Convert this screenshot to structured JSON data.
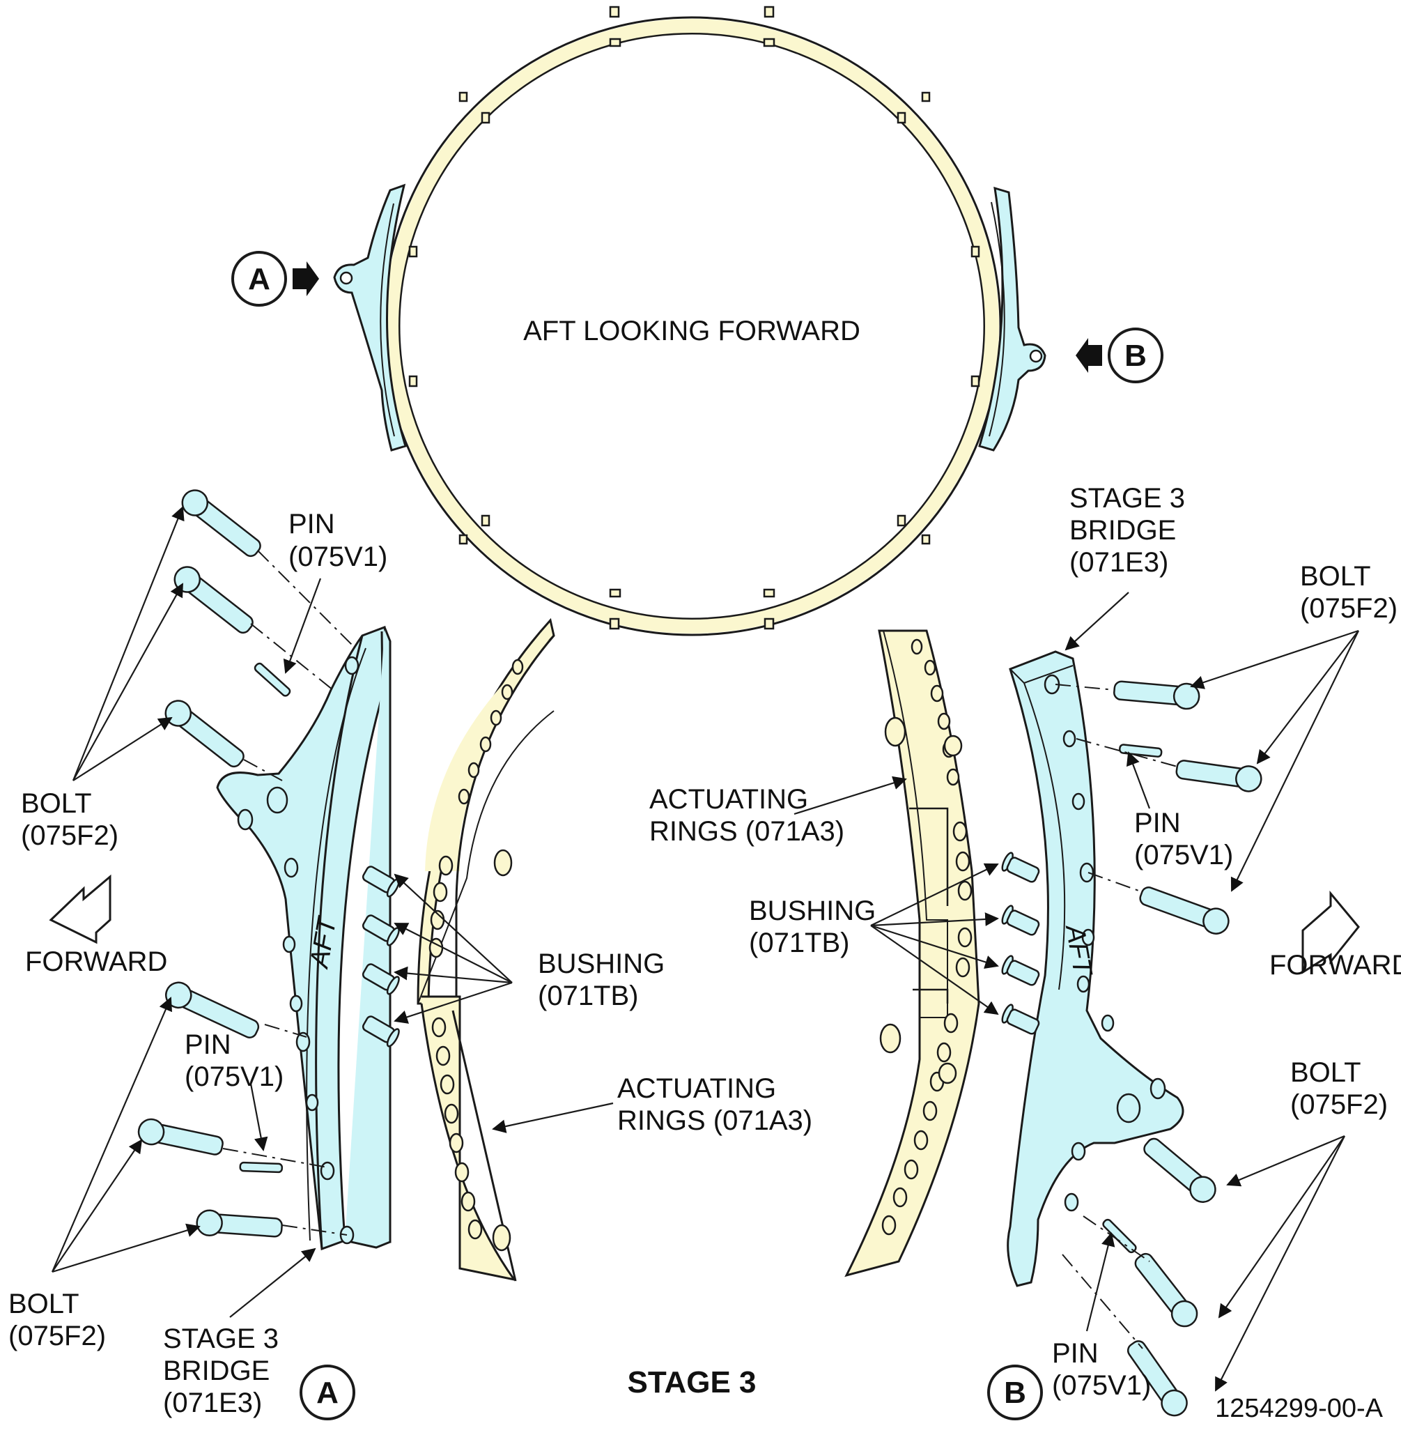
{
  "colors": {
    "ring_fill": "#fbf7cf",
    "bridge_fill": "#cdf4f7",
    "outline": "#1a1a1a",
    "background": "#ffffff"
  },
  "top_view": {
    "center_label": "AFT LOOKING FORWARD",
    "callout_a": "A",
    "callout_b": "B"
  },
  "view_a": {
    "pin_upper": [
      "PIN",
      "(075V1)"
    ],
    "pin_lower": [
      "PIN",
      "(075V1)"
    ],
    "bolt_upper": [
      "BOLT",
      "(075F2)"
    ],
    "bolt_lower": [
      "BOLT",
      "(075F2)"
    ],
    "bushing": [
      "BUSHING",
      "(071TB)"
    ],
    "actuating_rings": [
      "ACTUATING",
      "RINGS (071A3)"
    ],
    "bridge": [
      "STAGE 3",
      "BRIDGE",
      "(071E3)"
    ],
    "forward": "FORWARD",
    "aft_mark": "AFT",
    "callout": "A"
  },
  "view_b": {
    "bridge": [
      "STAGE 3",
      "BRIDGE",
      "(071E3)"
    ],
    "bolt_upper": [
      "BOLT",
      "(075F2)"
    ],
    "bolt_lower": [
      "BOLT",
      "(075F2)"
    ],
    "pin_upper": [
      "PIN",
      "(075V1)"
    ],
    "pin_lower": [
      "PIN",
      "(075V1)"
    ],
    "actuating_rings": [
      "ACTUATING",
      "RINGS (071A3)"
    ],
    "bushing": [
      "BUSHING",
      "(071TB)"
    ],
    "forward": "FORWARD",
    "aft_mark": "AFT",
    "callout": "B"
  },
  "footer": {
    "title": "STAGE 3",
    "figure_number": "1254299-00-A"
  }
}
